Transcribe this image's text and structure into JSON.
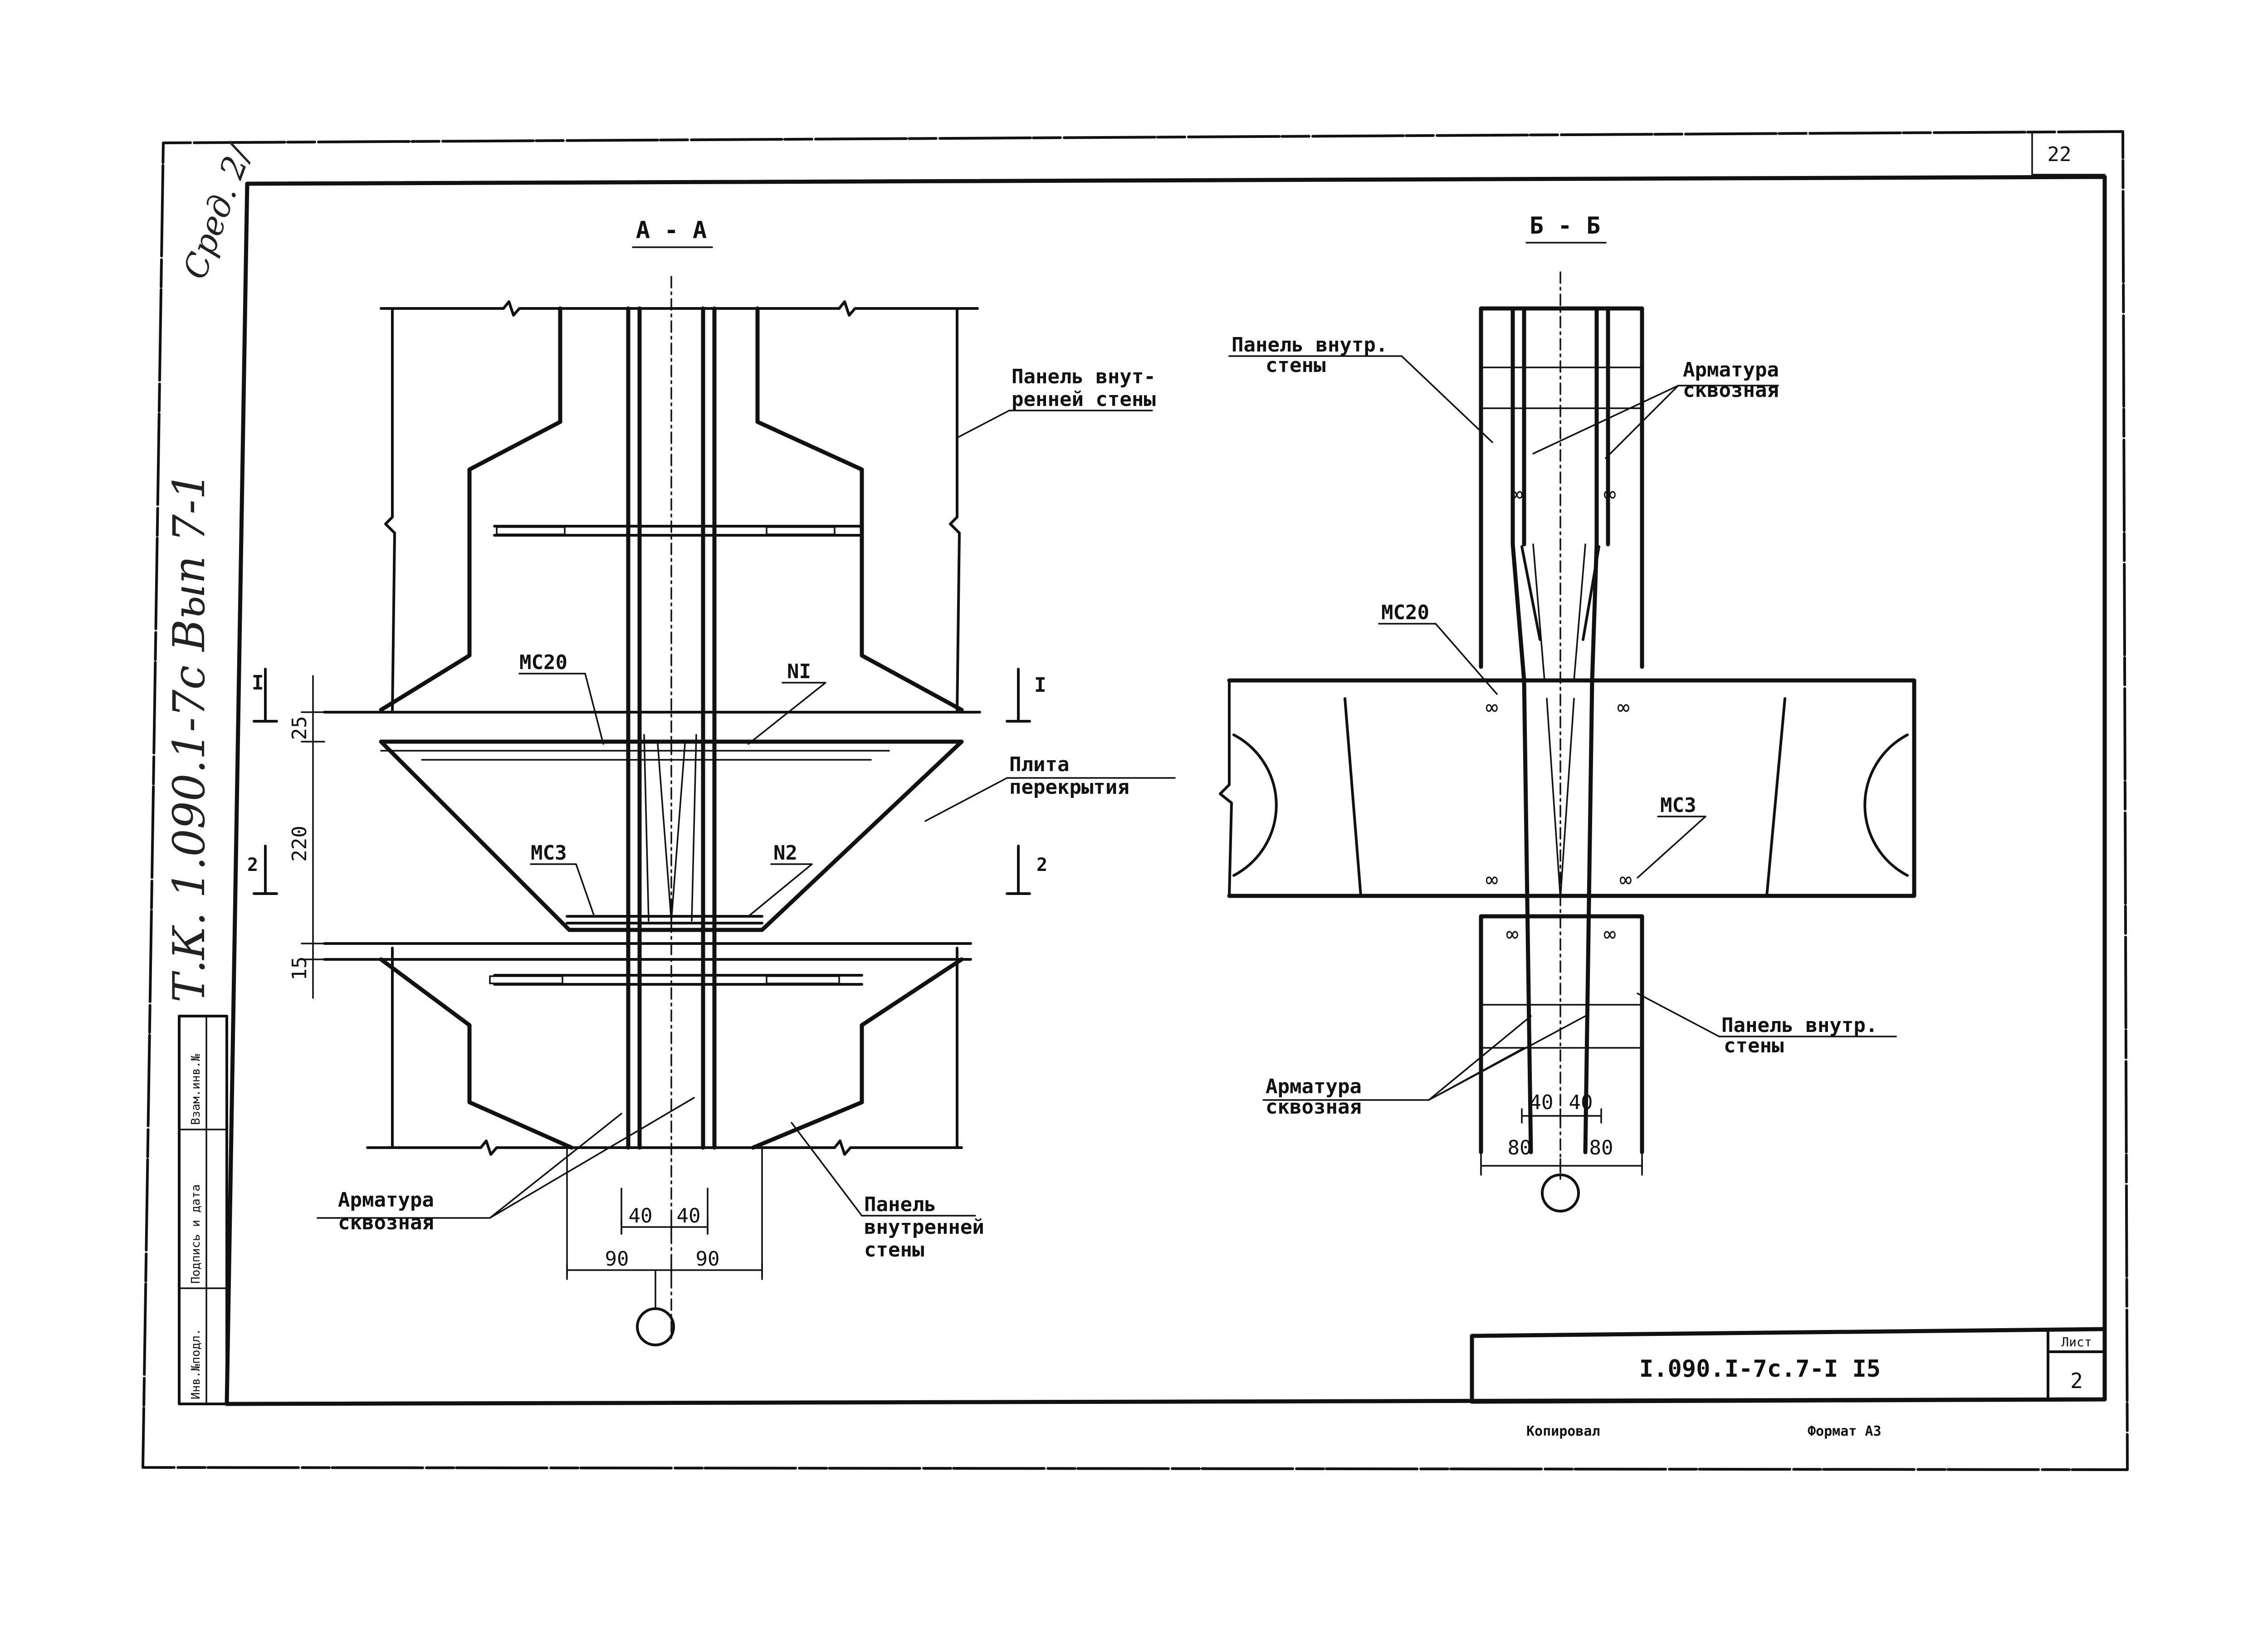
{
  "sheet": {
    "page_number": "22",
    "doc_code": "I.090.I-7c.7-I I5",
    "sheet_label": "Лист",
    "sheet_number": "2",
    "footer_left": "Копировал",
    "footer_right": "Формат А3",
    "side_handwritten": "Т.К. 1.090.1-7с Вып 7-1",
    "corner_handwritten": "Сред. 2/",
    "stamp_cells": [
      "Инв.№подл.",
      "Подпись и дата",
      "Взам.инв.№"
    ]
  },
  "sectionA": {
    "title": "А - А",
    "labels": {
      "panel_top_1": "Панель внут-",
      "panel_top_2": "ренней стены",
      "slab_1": "Плита",
      "slab_2": "перекрытия",
      "mc20": "МС20",
      "n1": "NI",
      "mc3": "МС3",
      "n2": "N2",
      "rebar_1": "Арматура",
      "rebar_2": "сквозная",
      "panel_bot_1": "Панель",
      "panel_bot_2": "внутренней",
      "panel_bot_3": "стены",
      "cut1": "I",
      "cut2": "2"
    },
    "dims": {
      "d25": "25",
      "d220": "220",
      "d15": "15",
      "d40a": "40",
      "d40b": "40",
      "d90a": "90",
      "d90b": "90"
    }
  },
  "sectionB": {
    "title": "Б - Б",
    "labels": {
      "panel_top_1": "Панель внутр.",
      "panel_top_2": "стены",
      "rebar_top_1": "Арматура",
      "rebar_top_2": "сквозная",
      "mc20": "МС20",
      "mc3": "МС3",
      "panel_bot_1": "Панель внутр.",
      "panel_bot_2": "стены",
      "rebar_bot_1": "Арматура",
      "rebar_bot_2": "сквозная"
    },
    "dims": {
      "d40a": "40",
      "d40b": "40",
      "d80a": "80",
      "d80b": "80"
    }
  }
}
